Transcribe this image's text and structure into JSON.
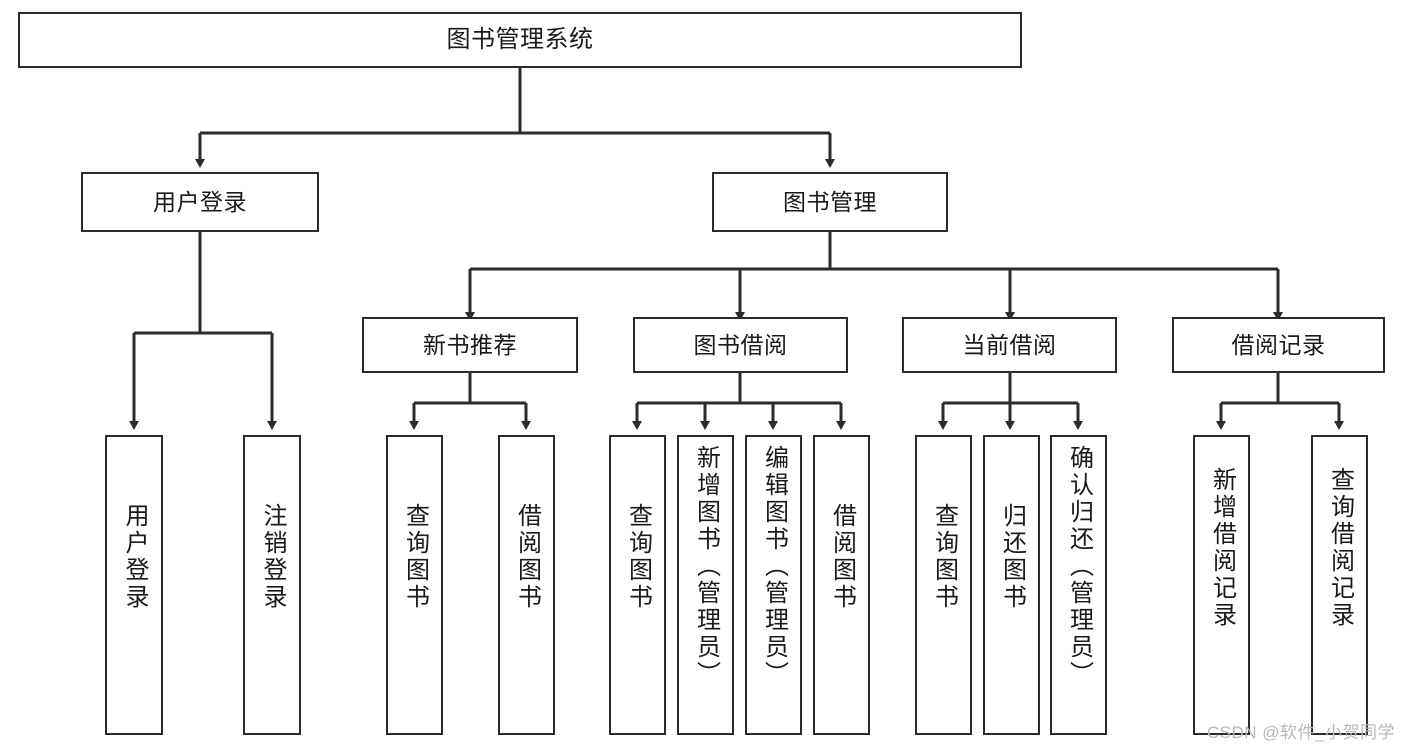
{
  "diagram": {
    "title": "图书管理系统",
    "type": "functional-structure-tree",
    "watermark": "CSDN @软件_小贺同学",
    "colors": {
      "border": "#2b2b2b",
      "background": "#ffffff",
      "text": "#1a1a1a",
      "watermark": "#b9b9b9"
    },
    "levels": {
      "root": {
        "label": "图书管理系统"
      },
      "level1": [
        {
          "label": "用户登录"
        },
        {
          "label": "图书管理"
        }
      ],
      "level2": [
        {
          "label": "新书推荐"
        },
        {
          "label": "图书借阅"
        },
        {
          "label": "当前借阅"
        },
        {
          "label": "借阅记录"
        }
      ],
      "leaves": {
        "user_login": [
          {
            "label": "用户登录"
          },
          {
            "label": "注销登录"
          }
        ],
        "new_book_recommend": [
          {
            "label": "查询图书"
          },
          {
            "label": "借阅图书"
          }
        ],
        "book_borrow": [
          {
            "label": "查询图书"
          },
          {
            "label": "新增图书（管理员）"
          },
          {
            "label": "编辑图书（管理员）"
          },
          {
            "label": "借阅图书"
          }
        ],
        "current_borrow": [
          {
            "label": "查询图书"
          },
          {
            "label": "归还图书"
          },
          {
            "label": "确认归还（管理员）"
          }
        ],
        "borrow_record": [
          {
            "label": "新增借阅记录"
          },
          {
            "label": "查询借阅记录"
          }
        ]
      }
    }
  }
}
